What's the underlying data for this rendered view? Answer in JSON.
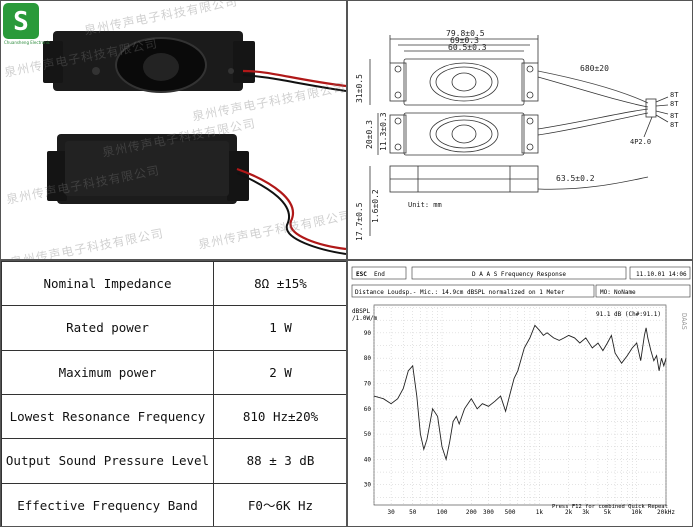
{
  "logo": {
    "letter": "S",
    "caption": "Chuansheng Electronic"
  },
  "watermark": {
    "text_a": "泉州传声电子科技有限公司",
    "text_b": "泉州传声电子科技有限公司"
  },
  "specs": [
    {
      "label": "Nominal Impedance",
      "value": "8Ω ±15%"
    },
    {
      "label": "Rated power",
      "value": "1 W"
    },
    {
      "label": "Maximum power",
      "value": "2 W"
    },
    {
      "label": "Lowest Resonance Frequency",
      "value": "810 Hz±20%"
    },
    {
      "label": "Output Sound Pressure Level",
      "value": "88 ± 3 dB"
    },
    {
      "label": "Effective Frequency Band",
      "value": "F0～6K Hz"
    }
  ],
  "drawing": {
    "dim_top": "79.8±0.5",
    "dim_mid": "69±0.3",
    "dim_inner": "60.5±0.3",
    "dim_height_total": "31±0.5",
    "dim_h2": "20±0.3",
    "dim_h3": "11.3±0.3",
    "dim_wire": "680±20",
    "dim_wire2": "63.5±0.2",
    "dim_depth": "17.7±0.5",
    "dim_depth2": "1.6±0.2",
    "pin_label_1": "8T",
    "pin_label_2": "8T",
    "pin_label_3": "8T",
    "pin_label_4": "8T",
    "pin_hole": "4P2.0",
    "unit": "Unit: mm"
  },
  "graph": {
    "esc_label": "ESC",
    "end_label": "End",
    "title": "D A A S  Frequency Response",
    "date": "11.10.01 14:06",
    "subtitle": "Distance Loudsp.- Mic.: 14.9cm dBSPL normalized on 1 Meter",
    "mo_label": "MO:",
    "no_name": "NoName",
    "y_unit_1": "dBSPL",
    "y_unit_2": "/1.0W/m",
    "annotation": "91.1 dB (Ch#:91.1)",
    "footer": "Press F12 for combined Quick Repeat",
    "side_brand": "DAAS",
    "x_ticks": [
      "30",
      "50",
      "100",
      "200",
      "300",
      "500",
      "1k",
      "2k",
      "3k",
      "5k",
      "10k",
      "20kHz"
    ],
    "y_ticks": [
      "90",
      "80",
      "70",
      "60",
      "50",
      "40",
      "30"
    ]
  },
  "chart_data": {
    "type": "line",
    "title": "D A A S  Frequency Response",
    "xlabel": "",
    "ylabel": "dBSPL /1.0W/m",
    "x_scale": "log",
    "xlim": [
      20,
      20000
    ],
    "ylim": [
      22,
      101
    ],
    "grid": true,
    "series": [
      {
        "x": [
          20,
          25,
          30,
          35,
          40,
          45,
          50,
          55,
          60,
          65,
          70,
          80,
          90,
          100,
          110,
          120,
          130,
          140,
          150,
          170,
          200,
          230,
          260,
          300,
          350,
          400,
          450,
          500,
          550,
          600,
          700,
          800,
          900,
          1000,
          1100,
          1200,
          1400,
          1600,
          1800,
          2000,
          2300,
          2600,
          3000,
          3500,
          4000,
          4500,
          5000,
          5500,
          6000,
          7000,
          8000,
          9000,
          10000,
          11000,
          12000,
          12500,
          13000,
          14000,
          15000,
          16000,
          17000,
          18000,
          19000,
          20000
        ],
        "y": [
          65,
          64,
          62,
          64,
          68,
          75,
          77,
          65,
          50,
          44,
          48,
          60,
          57,
          45,
          40,
          47,
          55,
          57,
          54,
          60,
          64,
          60,
          62,
          61,
          63,
          65,
          59,
          66,
          72,
          75,
          84,
          88,
          93,
          91,
          89,
          90,
          88,
          87,
          88,
          89,
          88,
          86,
          88,
          84,
          86,
          83,
          86,
          89,
          82,
          78,
          81,
          84,
          86,
          79,
          89,
          92,
          88,
          83,
          79,
          81,
          75,
          80,
          77,
          80
        ]
      }
    ]
  }
}
